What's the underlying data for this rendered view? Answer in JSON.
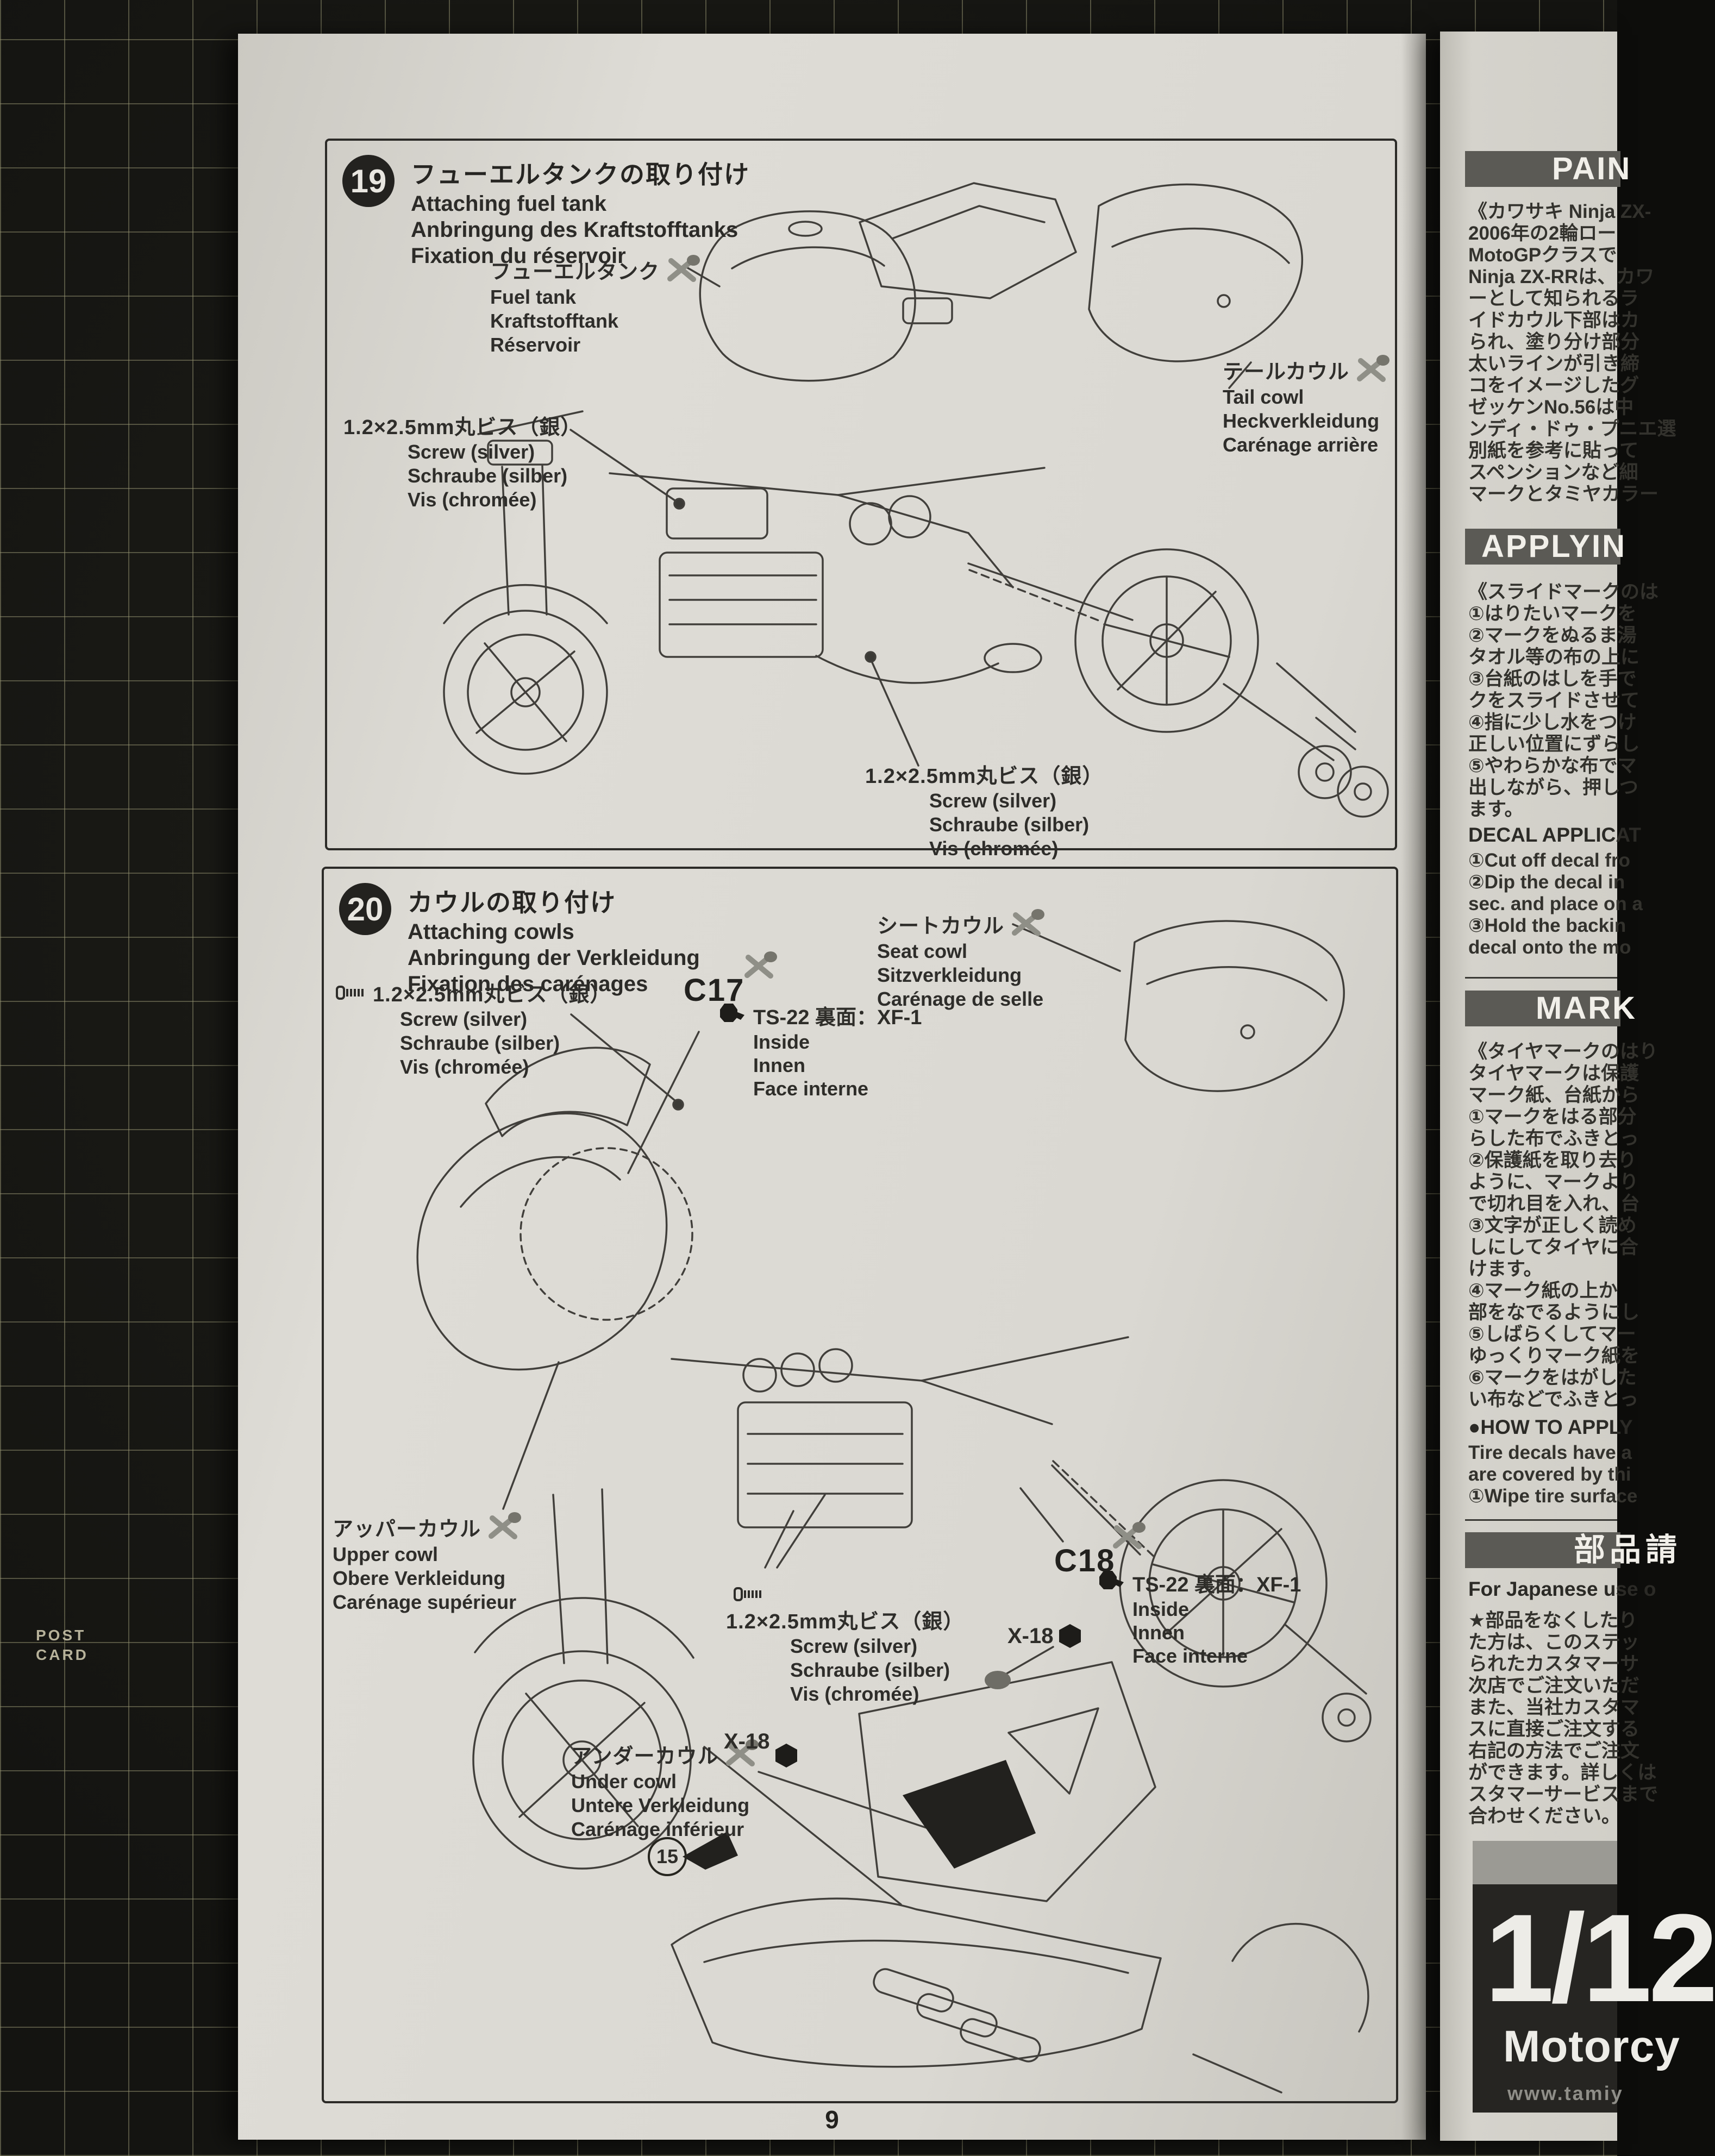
{
  "mat": {
    "postcard_line1": "POST",
    "postcard_line2": "CARD"
  },
  "page": {
    "number": "9"
  },
  "step19": {
    "number": "19",
    "title_ja": "フューエルタンクの取り付け",
    "title_en": "Attaching fuel tank",
    "title_de": "Anbringung des Kraftstofftanks",
    "title_fr": "Fixation du réservoir",
    "fuel_tank": {
      "ja": "フューエルタンク",
      "en": "Fuel tank",
      "de": "Kraftstofftank",
      "fr": "Réservoir"
    },
    "tail_cowl": {
      "ja": "テールカウル",
      "en": "Tail cowl",
      "de": "Heckverkleidung",
      "fr": "Carénage arrière"
    },
    "screw_top": {
      "ja": "1.2×2.5mm丸ビス（銀）",
      "en": "Screw (silver)",
      "de": "Schraube  (silber)",
      "fr": "Vis (chromée)"
    },
    "screw_bottom": {
      "ja": "1.2×2.5mm丸ビス（銀）",
      "en": "Screw (silver)",
      "de": "Schraube  (silber)",
      "fr": "Vis (chromée)"
    }
  },
  "step20": {
    "number": "20",
    "title_ja": "カウルの取り付け",
    "title_en": "Attaching cowls",
    "title_de": "Anbringung der Verkleidung",
    "title_fr": "Fixation des carénages",
    "screw_left": {
      "ja": "1.2×2.5mm丸ビス（銀）",
      "en": "Screw (silver)",
      "de": "Schraube  (silber)",
      "fr": "Vis (chromée)"
    },
    "seat_cowl": {
      "ja": "シートカウル",
      "en": "Seat cowl",
      "de": "Sitzverkleidung",
      "fr": "Carénage de selle"
    },
    "c17": {
      "code": "C17",
      "paint": "TS-22 裏面：XF-1",
      "en": "Inside",
      "de": "Innen",
      "fr": "Face interne"
    },
    "upper_cowl": {
      "ja": "アッパーカウル",
      "en": "Upper cowl",
      "de": "Obere Verkleidung",
      "fr": "Carénage supérieur"
    },
    "screw_mid": {
      "ja": "1.2×2.5mm丸ビス（銀）",
      "en": "Screw (silver)",
      "de": "Schraube  (silber)",
      "fr": "Vis (chromée)"
    },
    "c18": {
      "code": "C18",
      "paint": "TS-22 裏面：XF-1",
      "en": "Inside",
      "de": "Innen",
      "fr": "Face interne"
    },
    "x18_a": "X-18",
    "x18_b": "X-18",
    "under_cowl": {
      "ja": "アンダーカウル",
      "en": "Under cowl",
      "de": "Untere Verkleidung",
      "fr": "Carénage inférieur"
    },
    "part15": "15"
  },
  "sidebar": {
    "painting": {
      "header": "PAIN",
      "lines": [
        "《カワサキ Ninja ZX-",
        "2006年の2輪ロー",
        "MotoGPクラスで",
        "Ninja ZX-RRは、カワ",
        "ーとして知られるラ",
        "イドカウル下部はカ",
        "られ、塗り分け部分",
        "太いラインが引き締",
        "コをイメージしたグ",
        "ゼッケンNo.56は中",
        "ンディ・ドゥ・プニエ選",
        "別紙を参考に貼って",
        "スペンションなど細",
        "マークとタミヤカラー"
      ]
    },
    "applying": {
      "header": "APPLYIN",
      "lines_ja": [
        "《スライドマークのは",
        "①はりたいマークを",
        "②マークをぬるま湯",
        "タオル等の布の上に",
        "③台紙のはしを手で",
        "クをスライドさせて",
        "④指に少し水をつけ",
        "正しい位置にずらし",
        "⑤やわらかな布でマ",
        "出しながら、押しつ",
        "ます。"
      ],
      "decal_header": "DECAL APPLICAT",
      "lines_en": [
        "①Cut off decal fro",
        "②Dip the decal in",
        "sec. and place on a",
        "③Hold the backin",
        "decal onto the mo"
      ]
    },
    "marking": {
      "header": "MARK",
      "lines": [
        "《タイヤマークのはり",
        "タイヤマークは保護",
        "マーク紙、台紙から",
        "①マークをはる部分",
        "らした布でふきとっ",
        "②保護紙を取り去り",
        "ように、マークより",
        "で切れ目を入れ、台",
        "③文字が正しく読め",
        "しにしてタイヤに合",
        "けます。",
        "④マーク紙の上か",
        "部をなでるようにし",
        "⑤しばらくしてマー",
        "ゆっくりマーク紙を",
        "⑥マークをはがした",
        "い布などでふきとっ"
      ],
      "how_to_header": "●HOW TO APPLY",
      "lines_en": [
        "Tire decals have a",
        "are covered by thi",
        "①Wipe tire surface"
      ]
    },
    "parts": {
      "header": "部品請",
      "subtitle": "For Japanese use o",
      "lines": [
        "★部品をなくしたり",
        "た方は、このステッ",
        "られたカスタマーサ",
        "次店でご注文いただ",
        "また、当社カスタマ",
        "スに直接ご注文する",
        "右記の方法でご注文",
        "ができます。詳しくは",
        "スタマーサービスまで",
        "合わせください。"
      ]
    },
    "logo": {
      "scale": "1/12",
      "series": "Motorcy",
      "url": "www.tamiy"
    }
  }
}
